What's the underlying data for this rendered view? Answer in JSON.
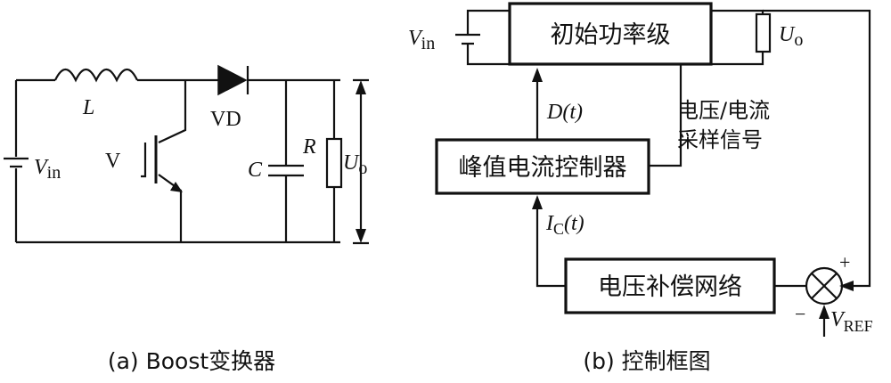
{
  "circuit_a": {
    "inductor": "L",
    "source_v": "V",
    "source_sub": "in",
    "switch": "V",
    "diode": "VD",
    "capacitor": "C",
    "resistor": "R",
    "output_u": "U",
    "output_sub": "o"
  },
  "block_b": {
    "source_v": "V",
    "source_sub": "in",
    "initial_power_stage": "初始功率级",
    "output_u": "U",
    "output_sub": "o",
    "duty_signal": "D(t)",
    "sense_line1": "电压/电流",
    "sense_line2": "采样信号",
    "peak_current_controller": "峰值电流控制器",
    "ic_i": "I",
    "ic_sub": "C",
    "ic_arg": "(t)",
    "voltage_compensation": "电压补偿网络",
    "plus_sign": "+",
    "minus_sign": "−",
    "vref_v": "V",
    "vref_sub": "REF"
  },
  "captions": {
    "a": "(a) Boost变换器",
    "b": "(b) 控制框图"
  }
}
